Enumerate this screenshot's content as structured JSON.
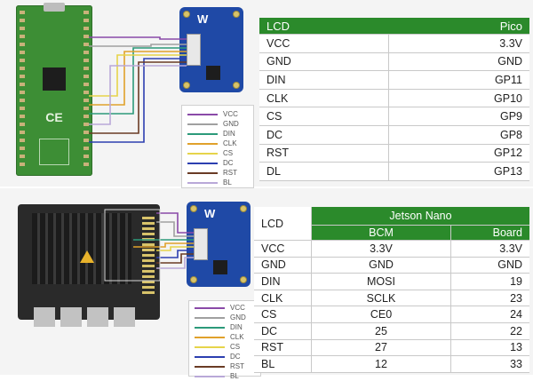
{
  "colors": {
    "header_green": "#2b8a2b",
    "wire_vcc": "#8a4aa8",
    "wire_gnd": "#a0a0a0",
    "wire_din": "#2c9a7a",
    "wire_clk": "#e0a12b",
    "wire_cs": "#e6d44a",
    "wire_dc": "#2c3fb0",
    "wire_rst": "#6a3b25",
    "wire_bl": "#b9a8d8"
  },
  "legend_labels": [
    "VCC",
    "GND",
    "DIN",
    "CLK",
    "CS",
    "DC",
    "RST",
    "BL"
  ],
  "pico_table": {
    "col_lcd": "LCD",
    "col_pico": "Pico",
    "rows": [
      {
        "lcd": "VCC",
        "pico": "3.3V"
      },
      {
        "lcd": "GND",
        "pico": "GND"
      },
      {
        "lcd": "DIN",
        "pico": "GP11"
      },
      {
        "lcd": "CLK",
        "pico": "GP10"
      },
      {
        "lcd": "CS",
        "pico": "GP9"
      },
      {
        "lcd": "DC",
        "pico": "GP8"
      },
      {
        "lcd": "RST",
        "pico": "GP12"
      },
      {
        "lcd": "DL",
        "pico": "GP13"
      }
    ]
  },
  "jetson_table": {
    "col_lcd": "LCD",
    "group": "Jetson Nano",
    "col_bcm": "BCM",
    "col_board": "Board",
    "rows": [
      {
        "lcd": "VCC",
        "bcm": "3.3V",
        "board": "3.3V"
      },
      {
        "lcd": "GND",
        "bcm": "GND",
        "board": "GND"
      },
      {
        "lcd": "DIN",
        "bcm": "MOSI",
        "board": "19"
      },
      {
        "lcd": "CLK",
        "bcm": "SCLK",
        "board": "23"
      },
      {
        "lcd": "CS",
        "bcm": "CE0",
        "board": "24"
      },
      {
        "lcd": "DC",
        "bcm": "25",
        "board": "22"
      },
      {
        "lcd": "RST",
        "bcm": "27",
        "board": "13"
      },
      {
        "lcd": "BL",
        "bcm": "12",
        "board": "33"
      }
    ]
  },
  "lcd_logo": "W"
}
